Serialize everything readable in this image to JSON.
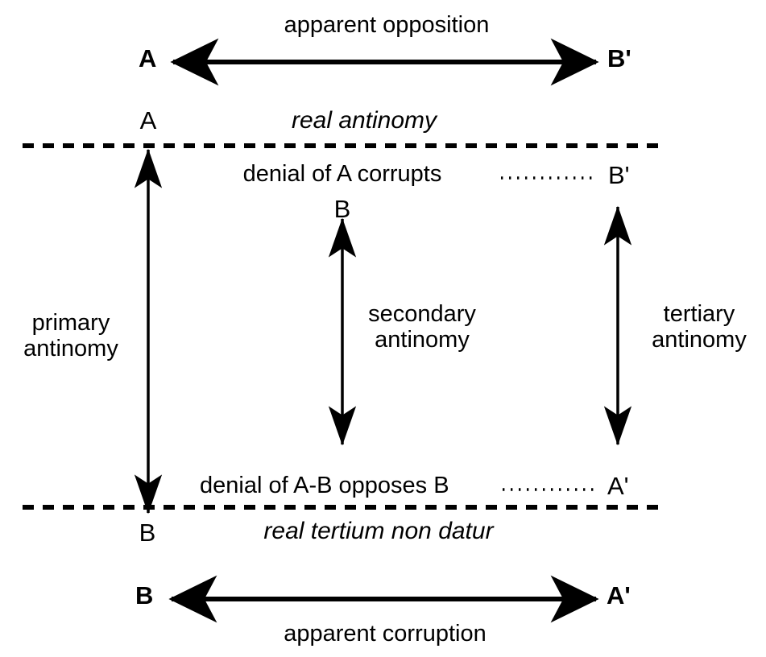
{
  "diagram": {
    "title_top": "apparent opposition",
    "title_bottom": "apparent corruption",
    "band_top_label": "real antinomy",
    "band_bottom_label": "real tertium non datur",
    "poles": {
      "top_left_bold": "A",
      "top_right_bold": "B'",
      "bottom_left_bold": "B",
      "bottom_right_bold": "A'",
      "primary_top": "A",
      "primary_bottom": "B",
      "secondary_top": "B",
      "tertiary_top": "B'",
      "tertiary_bottom": "A'"
    },
    "axes": [
      {
        "id": "primary",
        "line1": "primary",
        "line2": "antinomy"
      },
      {
        "id": "secondary",
        "line1": "secondary",
        "line2": "antinomy"
      },
      {
        "id": "tertiary",
        "line1": "tertiary",
        "line2": "antinomy"
      }
    ],
    "annotations": [
      {
        "id": "denial-a",
        "text": "denial of A corrupts"
      },
      {
        "id": "denial-ab",
        "text": "denial of A-B opposes B"
      }
    ],
    "colors": {
      "ink": "#000000",
      "background": "#ffffff"
    }
  }
}
